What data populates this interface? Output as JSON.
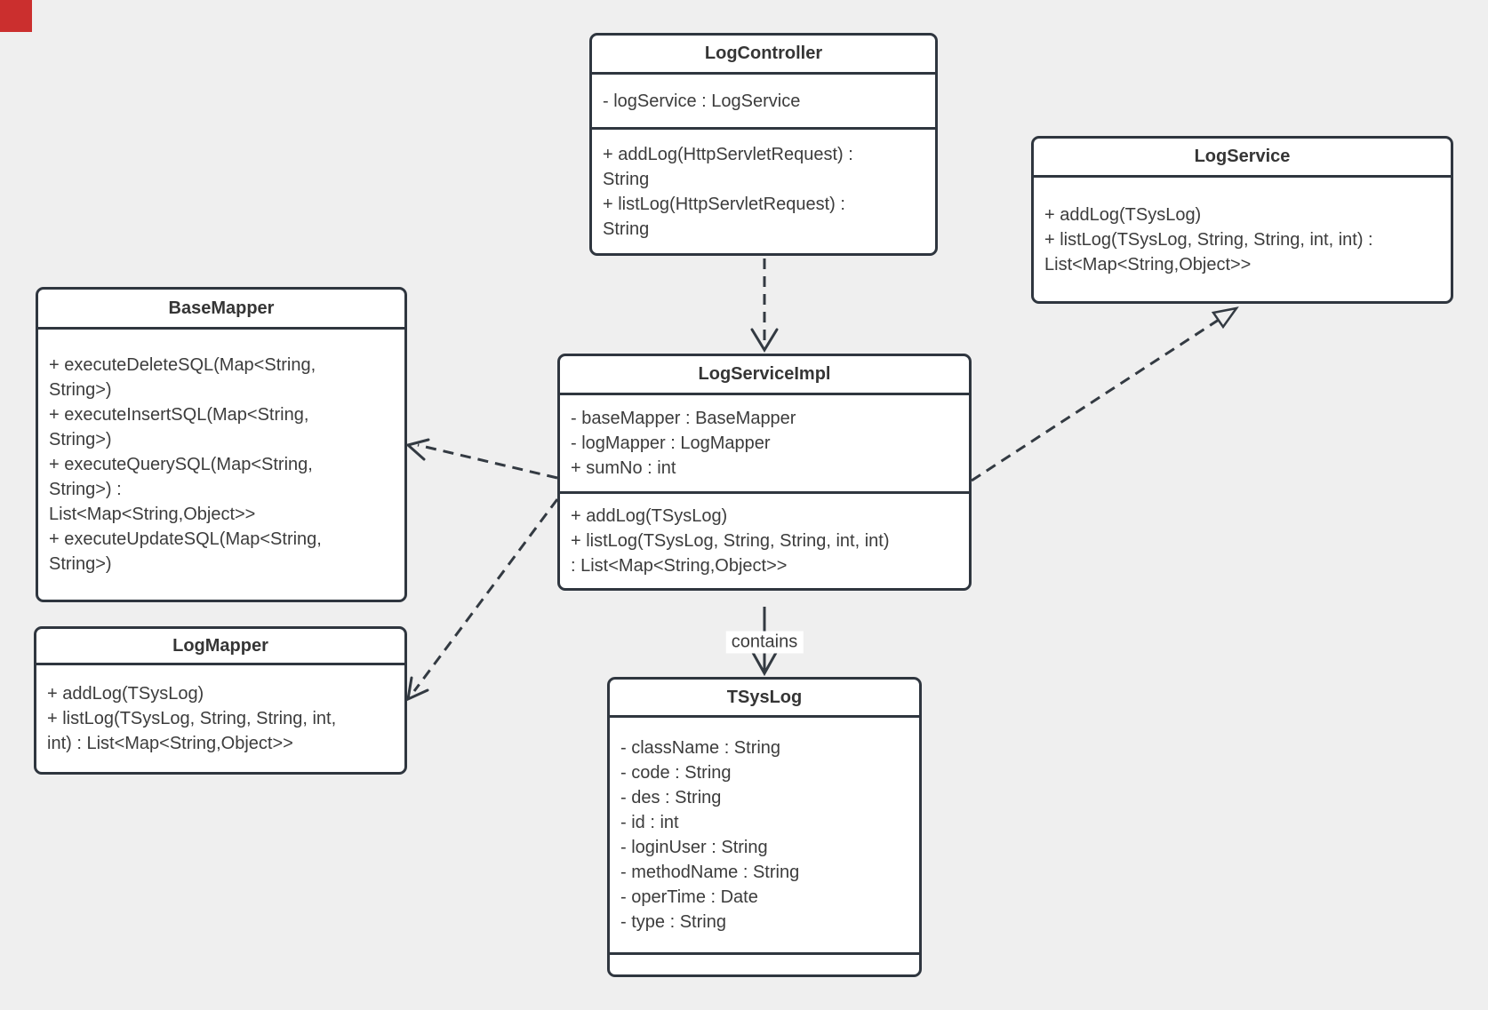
{
  "background_color": "#efefef",
  "box_border_color": "#2f363f",
  "text_color": "#3c3c3c",
  "corner_marker_color": "#cb2f2e",
  "classes": [
    {
      "name": "LogController",
      "attributes": [
        "- logService : LogService"
      ],
      "methods": [
        "+ addLog(HttpServletRequest) :",
        "String",
        "+ listLog(HttpServletRequest) :",
        "String"
      ]
    },
    {
      "name": "LogService",
      "attributes": [],
      "methods": [
        "+ addLog(TSysLog)",
        "+ listLog(TSysLog, String, String, int, int) :",
        "List<Map<String,Object>>"
      ]
    },
    {
      "name": "BaseMapper",
      "attributes": [],
      "methods": [
        "+ executeDeleteSQL(Map<String,",
        "String>)",
        "+ executeInsertSQL(Map<String,",
        "String>)",
        "+ executeQuerySQL(Map<String,",
        "String>) :",
        "List<Map<String,Object>>",
        "+ executeUpdateSQL(Map<String,",
        "String>)"
      ]
    },
    {
      "name": "LogServiceImpl",
      "attributes": [
        "- baseMapper : BaseMapper",
        "- logMapper : LogMapper",
        "+ sumNo : int"
      ],
      "methods": [
        "+ addLog(TSysLog)",
        "+ listLog(TSysLog, String, String, int, int)",
        ": List<Map<String,Object>>"
      ]
    },
    {
      "name": "LogMapper",
      "attributes": [],
      "methods": [
        "+ addLog(TSysLog)",
        "+ listLog(TSysLog, String, String, int,",
        "int) : List<Map<String,Object>>"
      ]
    },
    {
      "name": "TSysLog",
      "attributes": [
        "- className : String",
        "- code : String",
        "- des : String",
        "- id : int",
        "- loginUser : String",
        "- methodName : String",
        "- operTime : Date",
        "- type : String"
      ],
      "methods": []
    }
  ],
  "relations": [
    {
      "from": "LogController",
      "to": "LogServiceImpl",
      "type": "dependency",
      "label": ""
    },
    {
      "from": "LogServiceImpl",
      "to": "LogService",
      "type": "realization",
      "label": ""
    },
    {
      "from": "LogServiceImpl",
      "to": "BaseMapper",
      "type": "dependency",
      "label": ""
    },
    {
      "from": "LogServiceImpl",
      "to": "LogMapper",
      "type": "dependency",
      "label": ""
    },
    {
      "from": "LogServiceImpl",
      "to": "TSysLog",
      "type": "directed-association",
      "label": "contains"
    }
  ]
}
